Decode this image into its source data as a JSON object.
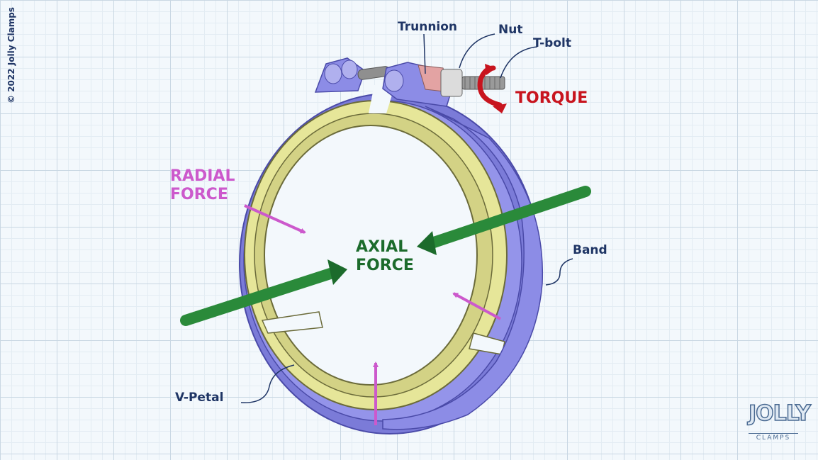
{
  "labels": {
    "trunnion": "Trunnion",
    "nut": "Nut",
    "t_bolt": "T-bolt",
    "torque": "TORQUE",
    "radial_line1": "RADIAL",
    "radial_line2": "FORCE",
    "axial_line1": "AXIAL",
    "axial_line2": "FORCE",
    "band": "Band",
    "v_petal": "V-Petal"
  },
  "copyright": "© 2022 Jolly Clamps",
  "logo": {
    "word": "JOLLY",
    "sub": "CLAMPS"
  },
  "colors": {
    "band": "#8c8ce6",
    "band_shadow": "#5e5ec8",
    "petal": "#e6e699",
    "petal_dark": "#b9b870",
    "axial_arrow": "#1c6b2c",
    "radial_arrow": "#cc59cc",
    "torque": "#c8141e",
    "label_text": "#1f3565",
    "grid": "#c9d7e3"
  },
  "icons": [
    "torque-rotation-arrow-icon",
    "jolly-clamps-logo-icon"
  ]
}
